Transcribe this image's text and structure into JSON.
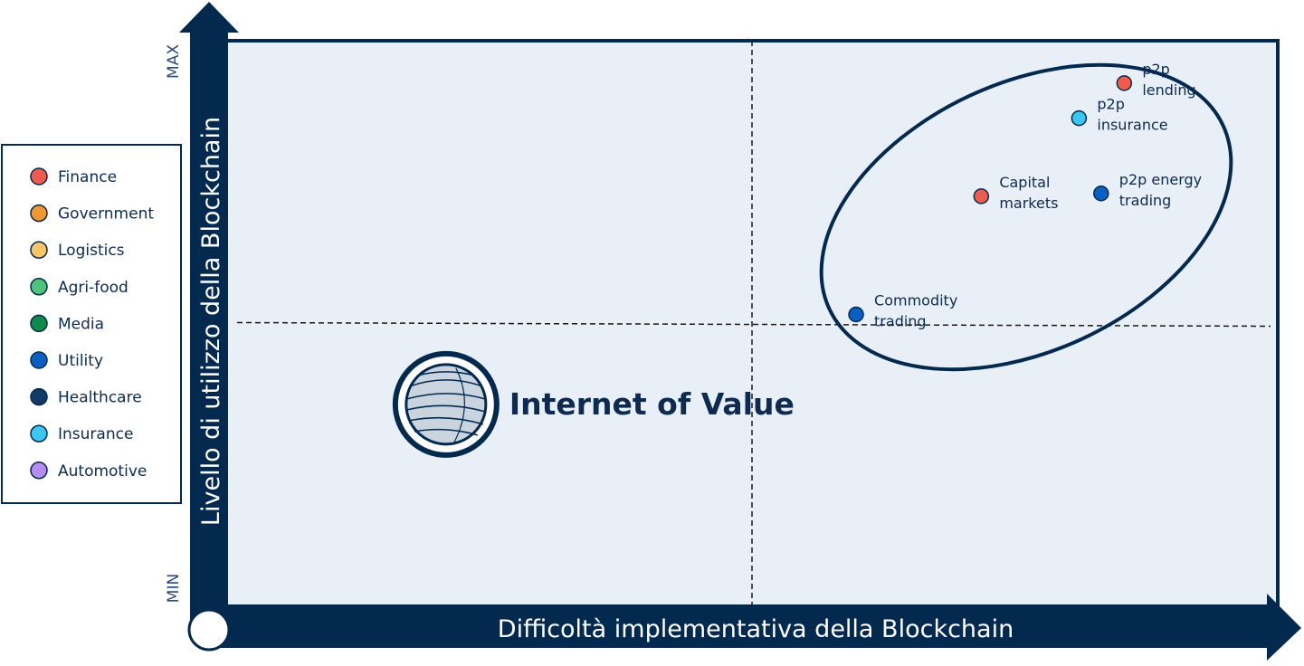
{
  "colors": {
    "navy": "#04294f",
    "plot_bg": "#e8eff7",
    "Finance": "#ef5b4d",
    "Government": "#f2962f",
    "Logistics": "#f7c56a",
    "Agri-food": "#4fc27d",
    "Media": "#10894a",
    "Utility": "#0a5fc0",
    "Healthcare": "#123a66",
    "Insurance": "#3cc6f2",
    "Automotive": "#b58cf0"
  },
  "icons": {
    "cluster": "planet-icon"
  },
  "chart_data": {
    "type": "scatter",
    "xlabel": "Difficoltà implementativa della Blockchain",
    "ylabel": "Livello di utilizzo della Blockchain",
    "xlim": [
      0,
      100
    ],
    "ylim": [
      0,
      100
    ],
    "y_ticks": {
      "max": "MAX",
      "min": "MIN"
    },
    "grid": false,
    "quadrant_dividers": {
      "x": 50,
      "y": 50
    },
    "legend": {
      "placement": "left",
      "entries": [
        "Finance",
        "Government",
        "Logistics",
        "Agri-food",
        "Media",
        "Utility",
        "Healthcare",
        "Insurance",
        "Automotive"
      ]
    },
    "points": [
      {
        "label_lines": [
          "p2p",
          "lending"
        ],
        "category": "Finance",
        "x": 85.4,
        "y": 92.5
      },
      {
        "label_lines": [
          "p2p",
          "insurance"
        ],
        "category": "Insurance",
        "x": 81.1,
        "y": 86.3
      },
      {
        "label_lines": [
          "Capital",
          "markets"
        ],
        "category": "Finance",
        "x": 71.8,
        "y": 72.5
      },
      {
        "label_lines": [
          "p2p energy",
          "trading"
        ],
        "category": "Utility",
        "x": 83.2,
        "y": 73.0
      },
      {
        "label_lines": [
          "Commodity",
          "trading"
        ],
        "category": "Utility",
        "x": 59.9,
        "y": 51.6
      }
    ],
    "annotations": [
      {
        "text": "Internet of Value",
        "x": 20.9,
        "y": 35.7
      }
    ]
  }
}
